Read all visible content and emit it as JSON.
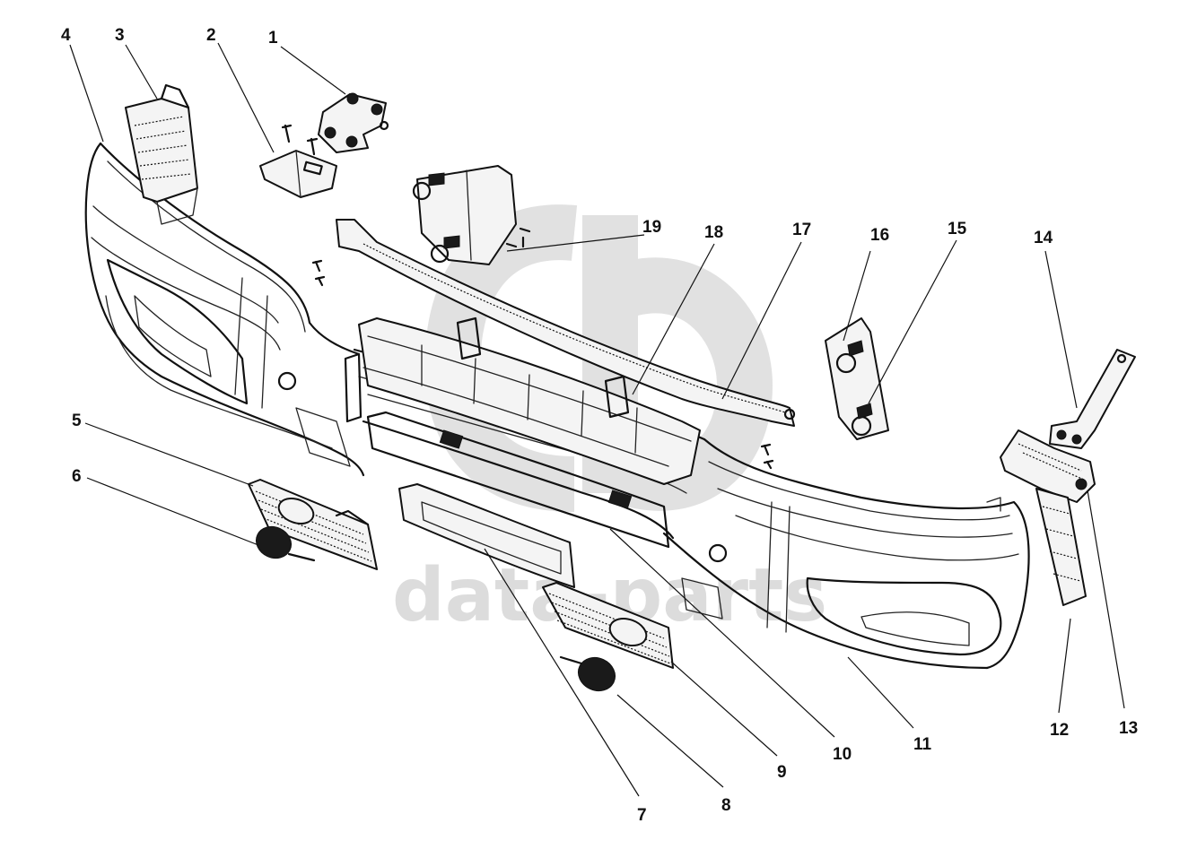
{
  "watermark": {
    "text": "data-parts",
    "color": "#dcdcdc"
  },
  "callouts": [
    {
      "id": "c1",
      "label": "1"
    },
    {
      "id": "c2",
      "label": "2"
    },
    {
      "id": "c3",
      "label": "3"
    },
    {
      "id": "c4",
      "label": "4"
    },
    {
      "id": "c5",
      "label": "5"
    },
    {
      "id": "c6",
      "label": "6"
    },
    {
      "id": "c7",
      "label": "7"
    },
    {
      "id": "c8",
      "label": "8"
    },
    {
      "id": "c9",
      "label": "9"
    },
    {
      "id": "c10",
      "label": "10"
    },
    {
      "id": "c11",
      "label": "11"
    },
    {
      "id": "c12",
      "label": "12"
    },
    {
      "id": "c13",
      "label": "13"
    },
    {
      "id": "c14",
      "label": "14"
    },
    {
      "id": "c15",
      "label": "15"
    },
    {
      "id": "c16",
      "label": "16"
    },
    {
      "id": "c17",
      "label": "17"
    },
    {
      "id": "c18",
      "label": "18"
    },
    {
      "id": "c19",
      "label": "19"
    }
  ]
}
